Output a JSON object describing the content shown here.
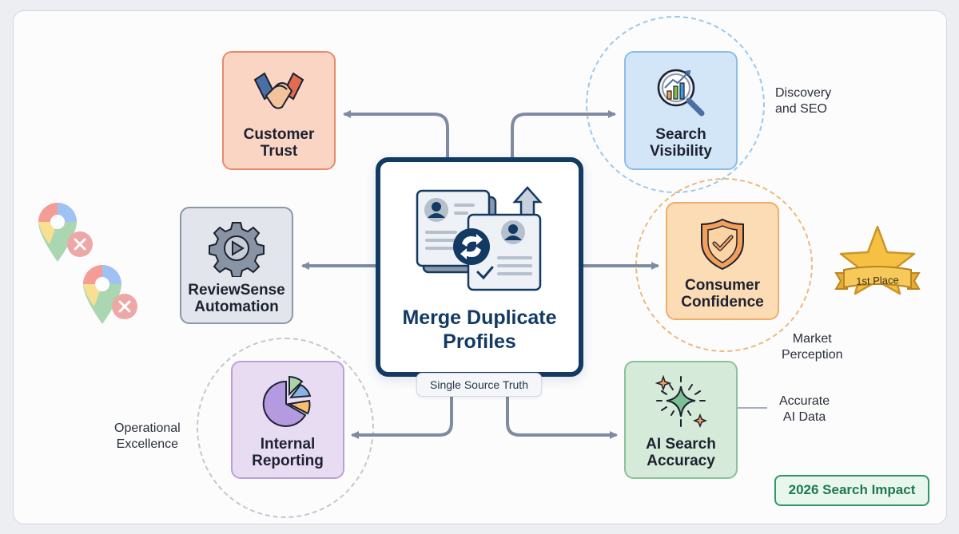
{
  "center": {
    "title": "Merge Duplicate\nProfiles",
    "subtitle": "Single Source Truth",
    "icon": "merge-profiles-icon"
  },
  "nodes": [
    {
      "id": "customer-trust",
      "label": "Customer\nTrust",
      "icon": "handshake-icon",
      "fill": "#fbd5c4",
      "border": "#e88a6a"
    },
    {
      "id": "search-visibility",
      "label": "Search\nVisibility",
      "icon": "magnifier-chart-icon",
      "fill": "#d3e6f8",
      "border": "#8cbde6"
    },
    {
      "id": "reviewsense-automation",
      "label": "ReviewSense\nAutomation",
      "icon": "gear-play-icon",
      "fill": "#e2e6ec",
      "border": "#8b96a6"
    },
    {
      "id": "consumer-confidence",
      "label": "Consumer\nConfidence",
      "icon": "shield-check-icon",
      "fill": "#fcdcb4",
      "border": "#eeae6a"
    },
    {
      "id": "internal-reporting",
      "label": "Internal\nReporting",
      "icon": "pie-chart-icon",
      "fill": "#e8dcf3",
      "border": "#b9a1d8"
    },
    {
      "id": "ai-search-accuracy",
      "label": "AI Search\nAccuracy",
      "icon": "sparkle-icon",
      "fill": "#d5ead8",
      "border": "#88c19a"
    }
  ],
  "annotations": {
    "discovery": "Discovery\nand SEO",
    "market": "Market\nPerception",
    "operational": "Operational\nExcellence",
    "accurate": "Accurate\nAI Data"
  },
  "award": {
    "label": "1st Place",
    "icon": "star-award-icon"
  },
  "duplicates": {
    "icon": "map-pin-error-icon",
    "count": 2
  },
  "footer_badge": "2026 Search Impact",
  "colors": {
    "center_border": "#133a63",
    "connector": "#7f8ba0",
    "badge_green": "#2e9a66"
  }
}
